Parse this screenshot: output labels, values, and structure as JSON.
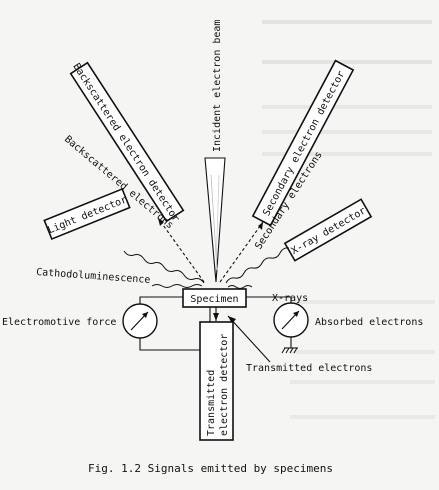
{
  "incident_beam": "Incident electron beam",
  "specimen": "Specimen",
  "detectors": {
    "backscattered_detector": "Backscattered electron detector",
    "secondary_detector": "Secondary electron detector",
    "light_detector": "Light detector",
    "xray_detector": "X-ray detector",
    "transmitted_detector_line1": "Transmitted",
    "transmitted_detector_line2": "electron detector"
  },
  "signals": {
    "backscattered": "Backscattered electrons",
    "secondary": "Secondary electrons",
    "cathodoluminescence": "Cathodoluminescence",
    "xrays": "X-rays",
    "transmitted": "Transmitted electrons"
  },
  "meters": {
    "emf": "Electromotive force",
    "absorbed": "Absorbed electrons"
  },
  "caption": "Fig. 1.2  Signals emitted by specimens"
}
